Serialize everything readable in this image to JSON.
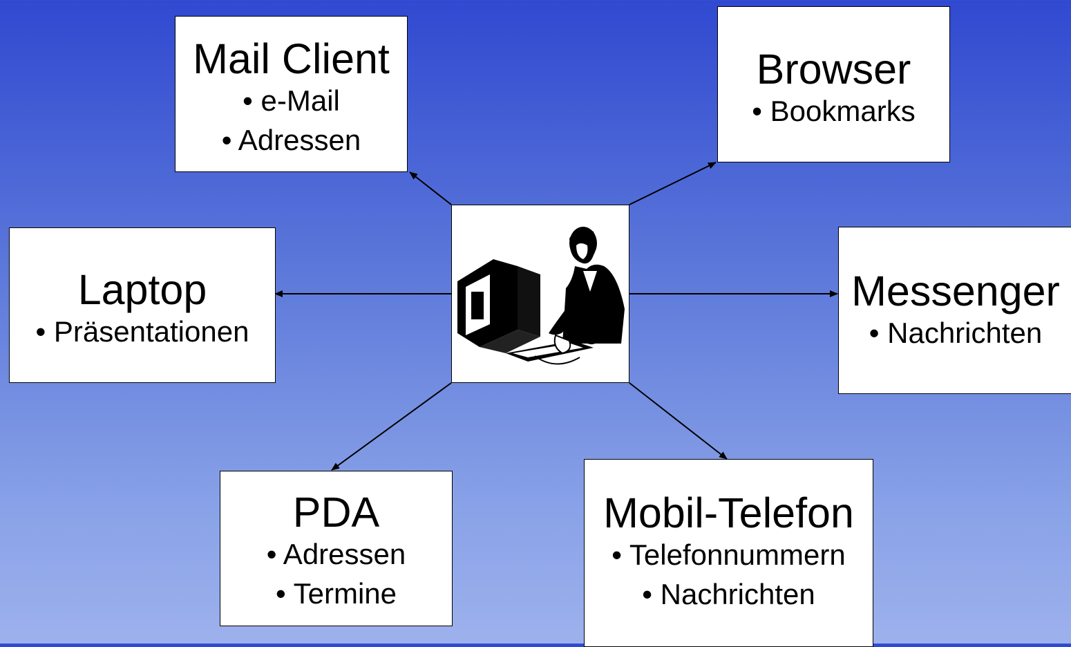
{
  "center": {
    "icon": "person-at-computer-icon"
  },
  "nodes": {
    "mail_client": {
      "title": "Mail Client",
      "items": [
        "• e-Mail",
        "• Adressen"
      ]
    },
    "browser": {
      "title": "Browser",
      "items": [
        "• Bookmarks"
      ]
    },
    "laptop": {
      "title": "Laptop",
      "items": [
        "• Präsentationen"
      ]
    },
    "messenger": {
      "title": "Messenger",
      "items": [
        "• Nachrichten"
      ]
    },
    "pda": {
      "title": "PDA",
      "items": [
        "• Adressen",
        "• Termine"
      ]
    },
    "mobil_telefon": {
      "title": "Mobil-Telefon",
      "items": [
        "• Telefonnummern",
        "• Nachrichten"
      ]
    }
  }
}
